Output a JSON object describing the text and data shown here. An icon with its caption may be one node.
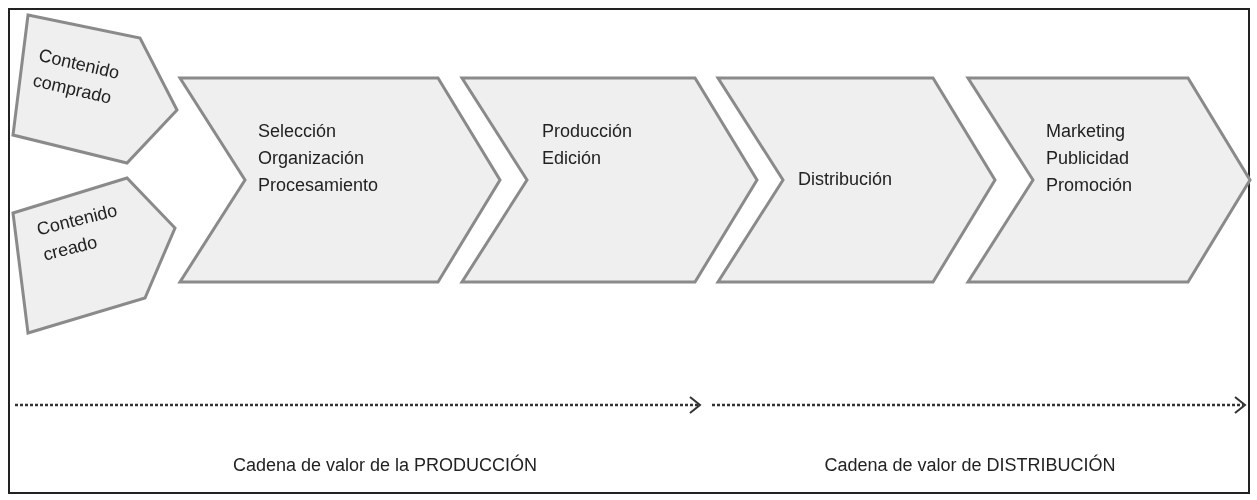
{
  "diagram": {
    "nodes": [
      {
        "text": [
          "Contenido comprado"
        ]
      },
      {
        "text": [
          "Contenido creado"
        ]
      },
      {
        "text": [
          "Selección",
          "Organización",
          "Procesamiento"
        ]
      },
      {
        "text": [
          "Producción",
          "Edición"
        ]
      },
      {
        "text": [
          "Distribución"
        ]
      },
      {
        "text": [
          "Marketing",
          "Publicidad",
          "Promoción"
        ]
      }
    ],
    "labels": [
      "Cadena de valor de la PRODUCCIÓN",
      "Cadena de valor de DISTRIBUCIÓN"
    ]
  }
}
